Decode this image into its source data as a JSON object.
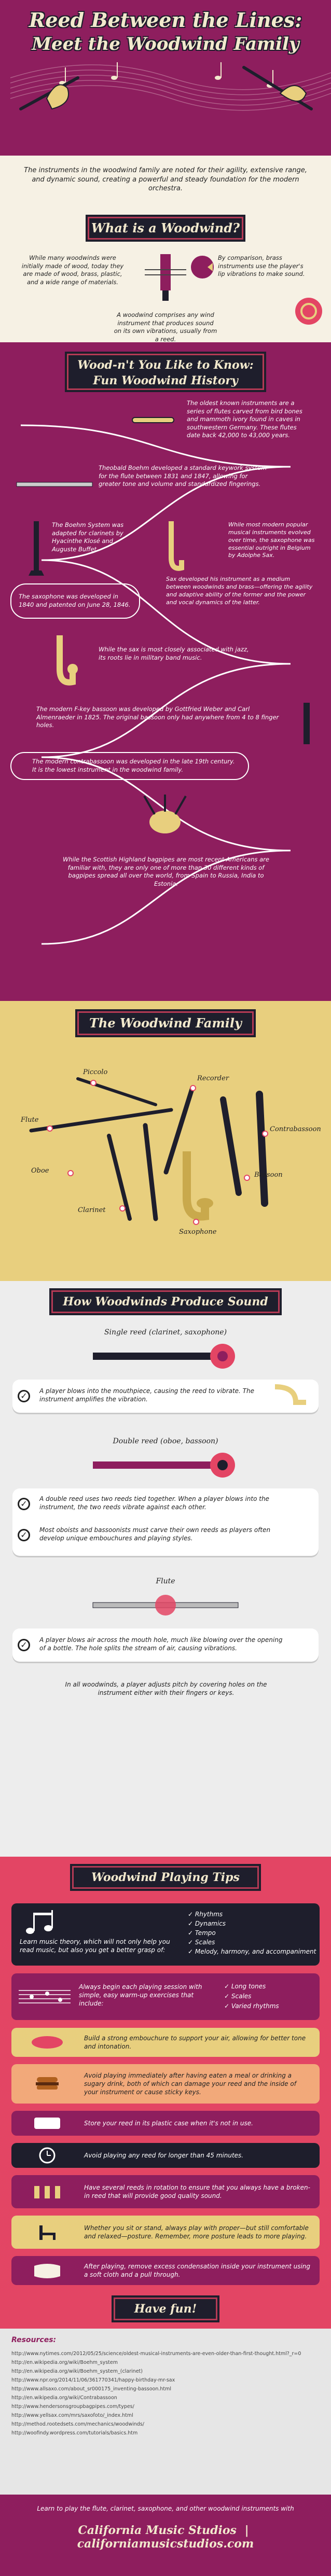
{
  "header": {
    "title_line1": "Reed Between the Lines:",
    "title_line2": "Meet the Woodwind Family",
    "intro": "The instruments in the woodwind family are noted for their agility, extensive range, and dynamic sound, creating a powerful and steady foundation for the modern orchestra."
  },
  "what": {
    "heading": "What is a Woodwind?",
    "left": "While many woodwinds were initially made of wood, today they are made of wood, brass, plastic, and a wide range of materials.",
    "right": "By comparison, brass instruments use the player's lip vibrations to make sound.",
    "bottom": "A woodwind comprises any wind instrument that produces sound on its own vibrations, usually from a reed."
  },
  "history": {
    "heading1": "Wood-n't You Like to Know:",
    "heading2": "Fun Woodwind History",
    "items": [
      "The oldest known instruments are a series of flutes carved from bird bones and mammoth ivory found in caves in southwestern Germany. These flutes date back 42,000 to 43,000 years.",
      "Theobald Boehm developed a standard keywork system for the flute between 1831 and 1847, allowing for greater tone and volume and standardized fingerings.",
      "The Boehm System was adapted for clarinets by Hyacinthe Klosé and Auguste Buffet.",
      "While most modern popular musical instruments evolved over time, the saxophone was essential outright in Belgium by Adolphe Sax.",
      "The saxophone was developed in 1840 and patented on June 28, 1846.",
      "Sax developed his instrument as a medium between woodwinds and brass—offering the agility and adaptive ability of the former and the power and vocal dynamics of the latter.",
      "While the sax is most closely associated with jazz, its roots lie in military band music.",
      "The modern F-key bassoon was developed by Gottfried Weber and Carl Almenraeder in 1825. The original bassoon only had anywhere from 4 to 8 finger holes.",
      "The modern contrabassoon was developed in the late 19th century. It is the lowest instrument in the woodwind family.",
      "While the Scottish Highland bagpipes are most recent Americans are familiar with, they are only one of more than 30 different kinds of bagpipes spread all over the world, from Spain to Russia, India to Estonia."
    ]
  },
  "family": {
    "heading": "The Woodwind Family",
    "labels": [
      "Piccolo",
      "Recorder",
      "Flute",
      "Contrabassoon",
      "Oboe",
      "Bassoon",
      "Clarinet",
      "Saxophone"
    ]
  },
  "sound": {
    "heading": "How Woodwinds Produce Sound",
    "single_title": "Single reed (clarinet, saxophone)",
    "single_text": "A player blows into the mouthpiece, causing the reed to vibrate. The instrument amplifies the vibration.",
    "double_title": "Double reed (oboe, bassoon)",
    "double_text1": "A double reed uses two reeds tied together. When a player blows into the instrument, the two reeds vibrate against each other.",
    "double_text2": "Most oboists and bassoonists must carve their own reeds as players often develop unique embouchures and playing styles.",
    "flute_title": "Flute",
    "flute_text": "A player blows air across the mouth hole, much like blowing over the opening of a bottle. The hole splits the stream of air, causing vibrations.",
    "footer": "In all woodwinds, a player adjusts pitch by covering holes on the instrument either with their fingers or keys."
  },
  "tips": {
    "heading": "Woodwind Playing Tips",
    "learn_text": "Learn music theory, which will not only help you read music, but also you get a better grasp of:",
    "learn_list": [
      "Rhythms",
      "Dynamics",
      "Tempo",
      "Scales",
      "Melody, harmony, and accompaniment"
    ],
    "warm_text": "Always begin each playing session with simple, easy warm-up exercises that include:",
    "warm_list": [
      "Long tones",
      "Scales",
      "Varied rhythms"
    ],
    "items": [
      "Build a strong embouchure to support your air, allowing for better tone and intonation.",
      "Avoid playing immediately after having eaten a meal or drinking a sugary drink, both of which can damage your reed and the inside of your instrument or cause sticky keys.",
      "Store your reed in its plastic case when it's not in use.",
      "Avoid playing any reed for longer than 45 minutes.",
      "Have several reeds in rotation to ensure that you always have a broken-in reed that will provide good quality sound.",
      "Whether you sit or stand, always play with proper—but still comfortable and relaxed—posture. Remember, more posture leads to more playing.",
      "After playing, remove excess condensation inside your instrument using a soft cloth and a pull through."
    ],
    "have_fun": "Have fun!"
  },
  "resources": {
    "heading": "Resources:",
    "links": [
      "http://www.nytimes.com/2012/05/25/science/oldest-musical-instruments-are-even-older-than-first-thought.html?_r=0",
      "http://en.wikipedia.org/wiki/Boehm_system",
      "http://en.wikipedia.org/wiki/Boehm_system_(clarinet)",
      "http://www.npr.org/2014/11/06/361770341/happy-birthday-mr-sax",
      "http://www.allsaxo.com/about_sr000175_inventing-bassoon.html",
      "http://en.wikipedia.org/wiki/Contrabassoon",
      "http://www.hendersonsgroupbagpipes.com/types/",
      "http://www.yellsax.com/mrs/saxofoto/_index.html",
      "http://method.rootedsets.com/mechanics/woodwinds/",
      "http://woofindy.wordpress.com/tutorials/basics.htm"
    ]
  },
  "footer": {
    "line1": "Learn to play the flute, clarinet, saxophone, and other woodwind instruments with",
    "brand": "California Music Studios",
    "url": "californiamusicstudios.com"
  },
  "colors": {
    "magenta": "#8e1e5e",
    "cream": "#f6f1e4",
    "pink": "#e34564",
    "yellow": "#e8cf7e",
    "dark": "#1e1e2c"
  }
}
